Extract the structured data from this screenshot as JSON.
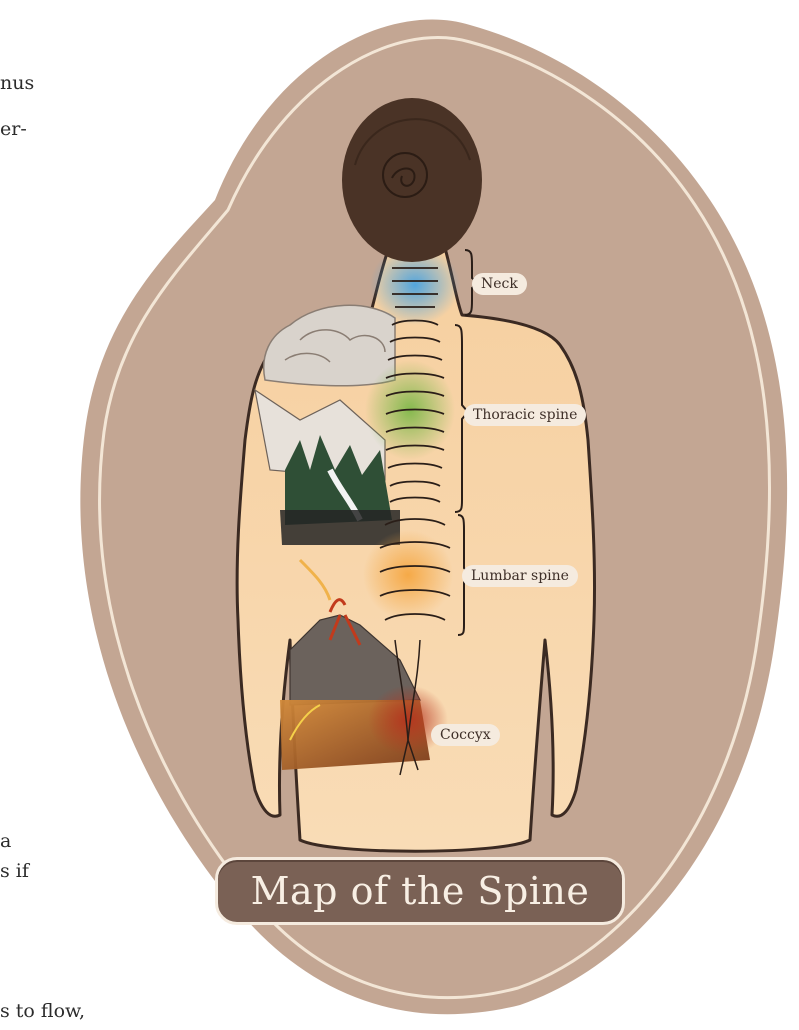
{
  "page_text": {
    "fragment_1": "nus",
    "fragment_2": "er-",
    "fragment_3": "a",
    "fragment_4": "s if",
    "fragment_5": "s to flow,"
  },
  "labels": {
    "neck": "Neck",
    "thoracic": "Thoracic spine",
    "lumbar": "Lumbar spine",
    "coccyx": "Coccyx"
  },
  "title": "Map of the Spine",
  "colors": {
    "background_blob": "#c3a693",
    "skin": "#f7d3a8",
    "hair": "#4a3326",
    "neck_glow": "#4aa3e0",
    "thoracic_glow": "#7fb84a",
    "lumbar_glow": "#f5a742",
    "coccyx_glow": "#b5341e",
    "plaque": "#7a6155",
    "label_bg": "#f5ebdf"
  },
  "regions": [
    {
      "name": "Neck",
      "scene": "blue mist / water"
    },
    {
      "name": "Thoracic spine",
      "scene": "clouds, mountains, forest, waterfall"
    },
    {
      "name": "Lumbar spine",
      "scene": "fire / waterfall of light"
    },
    {
      "name": "Coccyx",
      "scene": "volcano and lava"
    }
  ]
}
